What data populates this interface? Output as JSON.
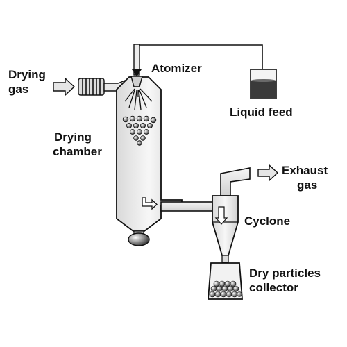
{
  "diagram": {
    "labels": {
      "drying_gas_line1": "Drying",
      "drying_gas_line2": "gas",
      "atomizer": "Atomizer",
      "liquid_feed": "Liquid feed",
      "drying_chamber_line1": "Drying",
      "drying_chamber_line2": "chamber",
      "exhaust_gas_line1": "Exhaust",
      "exhaust_gas_line2": "gas",
      "cyclone": "Cyclone",
      "dry_particles_line1": "Dry particles",
      "dry_particles_line2": "collector"
    },
    "colors": {
      "stroke": "#111111",
      "vessel_fill": "#f2f2f2",
      "arrow_fill": "#e6e6e6",
      "liquid_fill": "#3a3a3a"
    }
  }
}
